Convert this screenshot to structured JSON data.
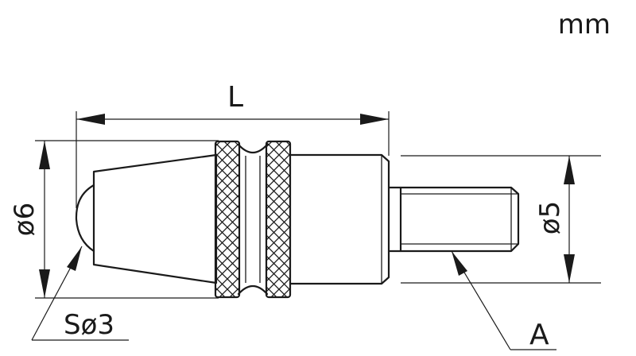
{
  "drawing": {
    "unit_label": "mm",
    "labels": {
      "length": "L",
      "body_diameter": "ø6",
      "ball_diameter": "Sø3",
      "stem_diameter": "ø5",
      "stem_callout": "A"
    }
  }
}
